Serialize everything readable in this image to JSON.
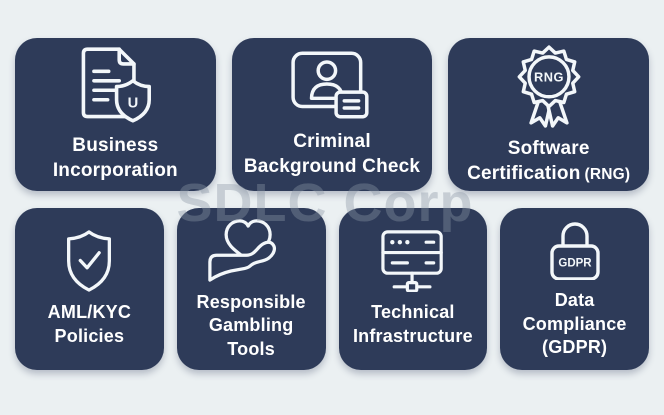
{
  "page": {
    "watermark": "SDLC Corp",
    "background_color": "#ebf0f2",
    "card_color": "#2e3b59",
    "text_color": "#ffffff",
    "icon_stroke_color": "#f3f7fa",
    "watermark_color": "rgba(140,151,166,0.38)"
  },
  "cards": [
    {
      "id": "business-incorporation",
      "icon": "document-shield-icon",
      "lines": [
        "Business",
        "Incorporation"
      ],
      "shield_letter": "U"
    },
    {
      "id": "criminal-background-check",
      "icon": "id-card-person-icon",
      "lines": [
        "Criminal",
        "Background Check"
      ]
    },
    {
      "id": "software-certification-rng",
      "icon": "certificate-badge-icon",
      "lines": [
        "Software",
        "Certification"
      ],
      "suffix": "(RNG)",
      "badge_text": "RNG"
    },
    {
      "id": "aml-kyc-policies",
      "icon": "shield-check-icon",
      "lines": [
        "AML/KYC",
        "Policies"
      ]
    },
    {
      "id": "responsible-gambling-tools",
      "icon": "hand-heart-icon",
      "lines": [
        "Responsible",
        "Gambling",
        "Tools"
      ]
    },
    {
      "id": "technical-infrastructure",
      "icon": "server-network-icon",
      "lines": [
        "Technical",
        "Infrastructure"
      ]
    },
    {
      "id": "data-compliance-gdpr",
      "icon": "gdpr-lock-icon",
      "lines": [
        "Data",
        "Compliance",
        "(GDPR)"
      ],
      "lock_text": "GDPR"
    }
  ]
}
